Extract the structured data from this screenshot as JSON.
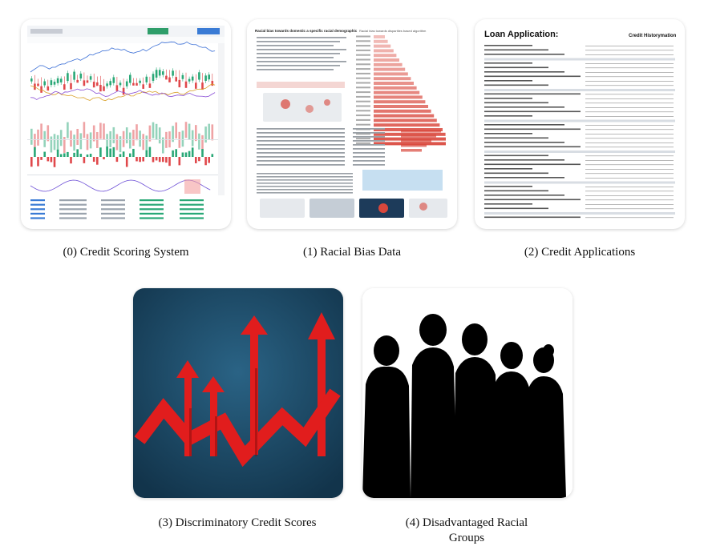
{
  "panels": [
    {
      "caption": "(0) Credit Scoring System"
    },
    {
      "caption": "(1) Racial Bias Data"
    },
    {
      "caption": "(2) Credit Applications"
    },
    {
      "caption": "(3) Discriminatory Credit Scores"
    },
    {
      "caption": "(4) Disadvantaged Racial Groups"
    }
  ],
  "thumb_text": {
    "bias_title": "Racial bias towards domestic a specific racial demographic",
    "bias_subtitle": "Racial bias towards disparities based algorithm",
    "loan_title": "Loan Application:",
    "loan_history": "Credit Historymation"
  },
  "colors": {
    "chart_green": "#2aa877",
    "chart_red": "#e0484b",
    "bias_red": "#d9473c",
    "map_navy": "#1d3b5a",
    "arrow_red": "#e11d1d",
    "arrow_bg": "#1e4e6b",
    "silhouette": "#000000"
  }
}
